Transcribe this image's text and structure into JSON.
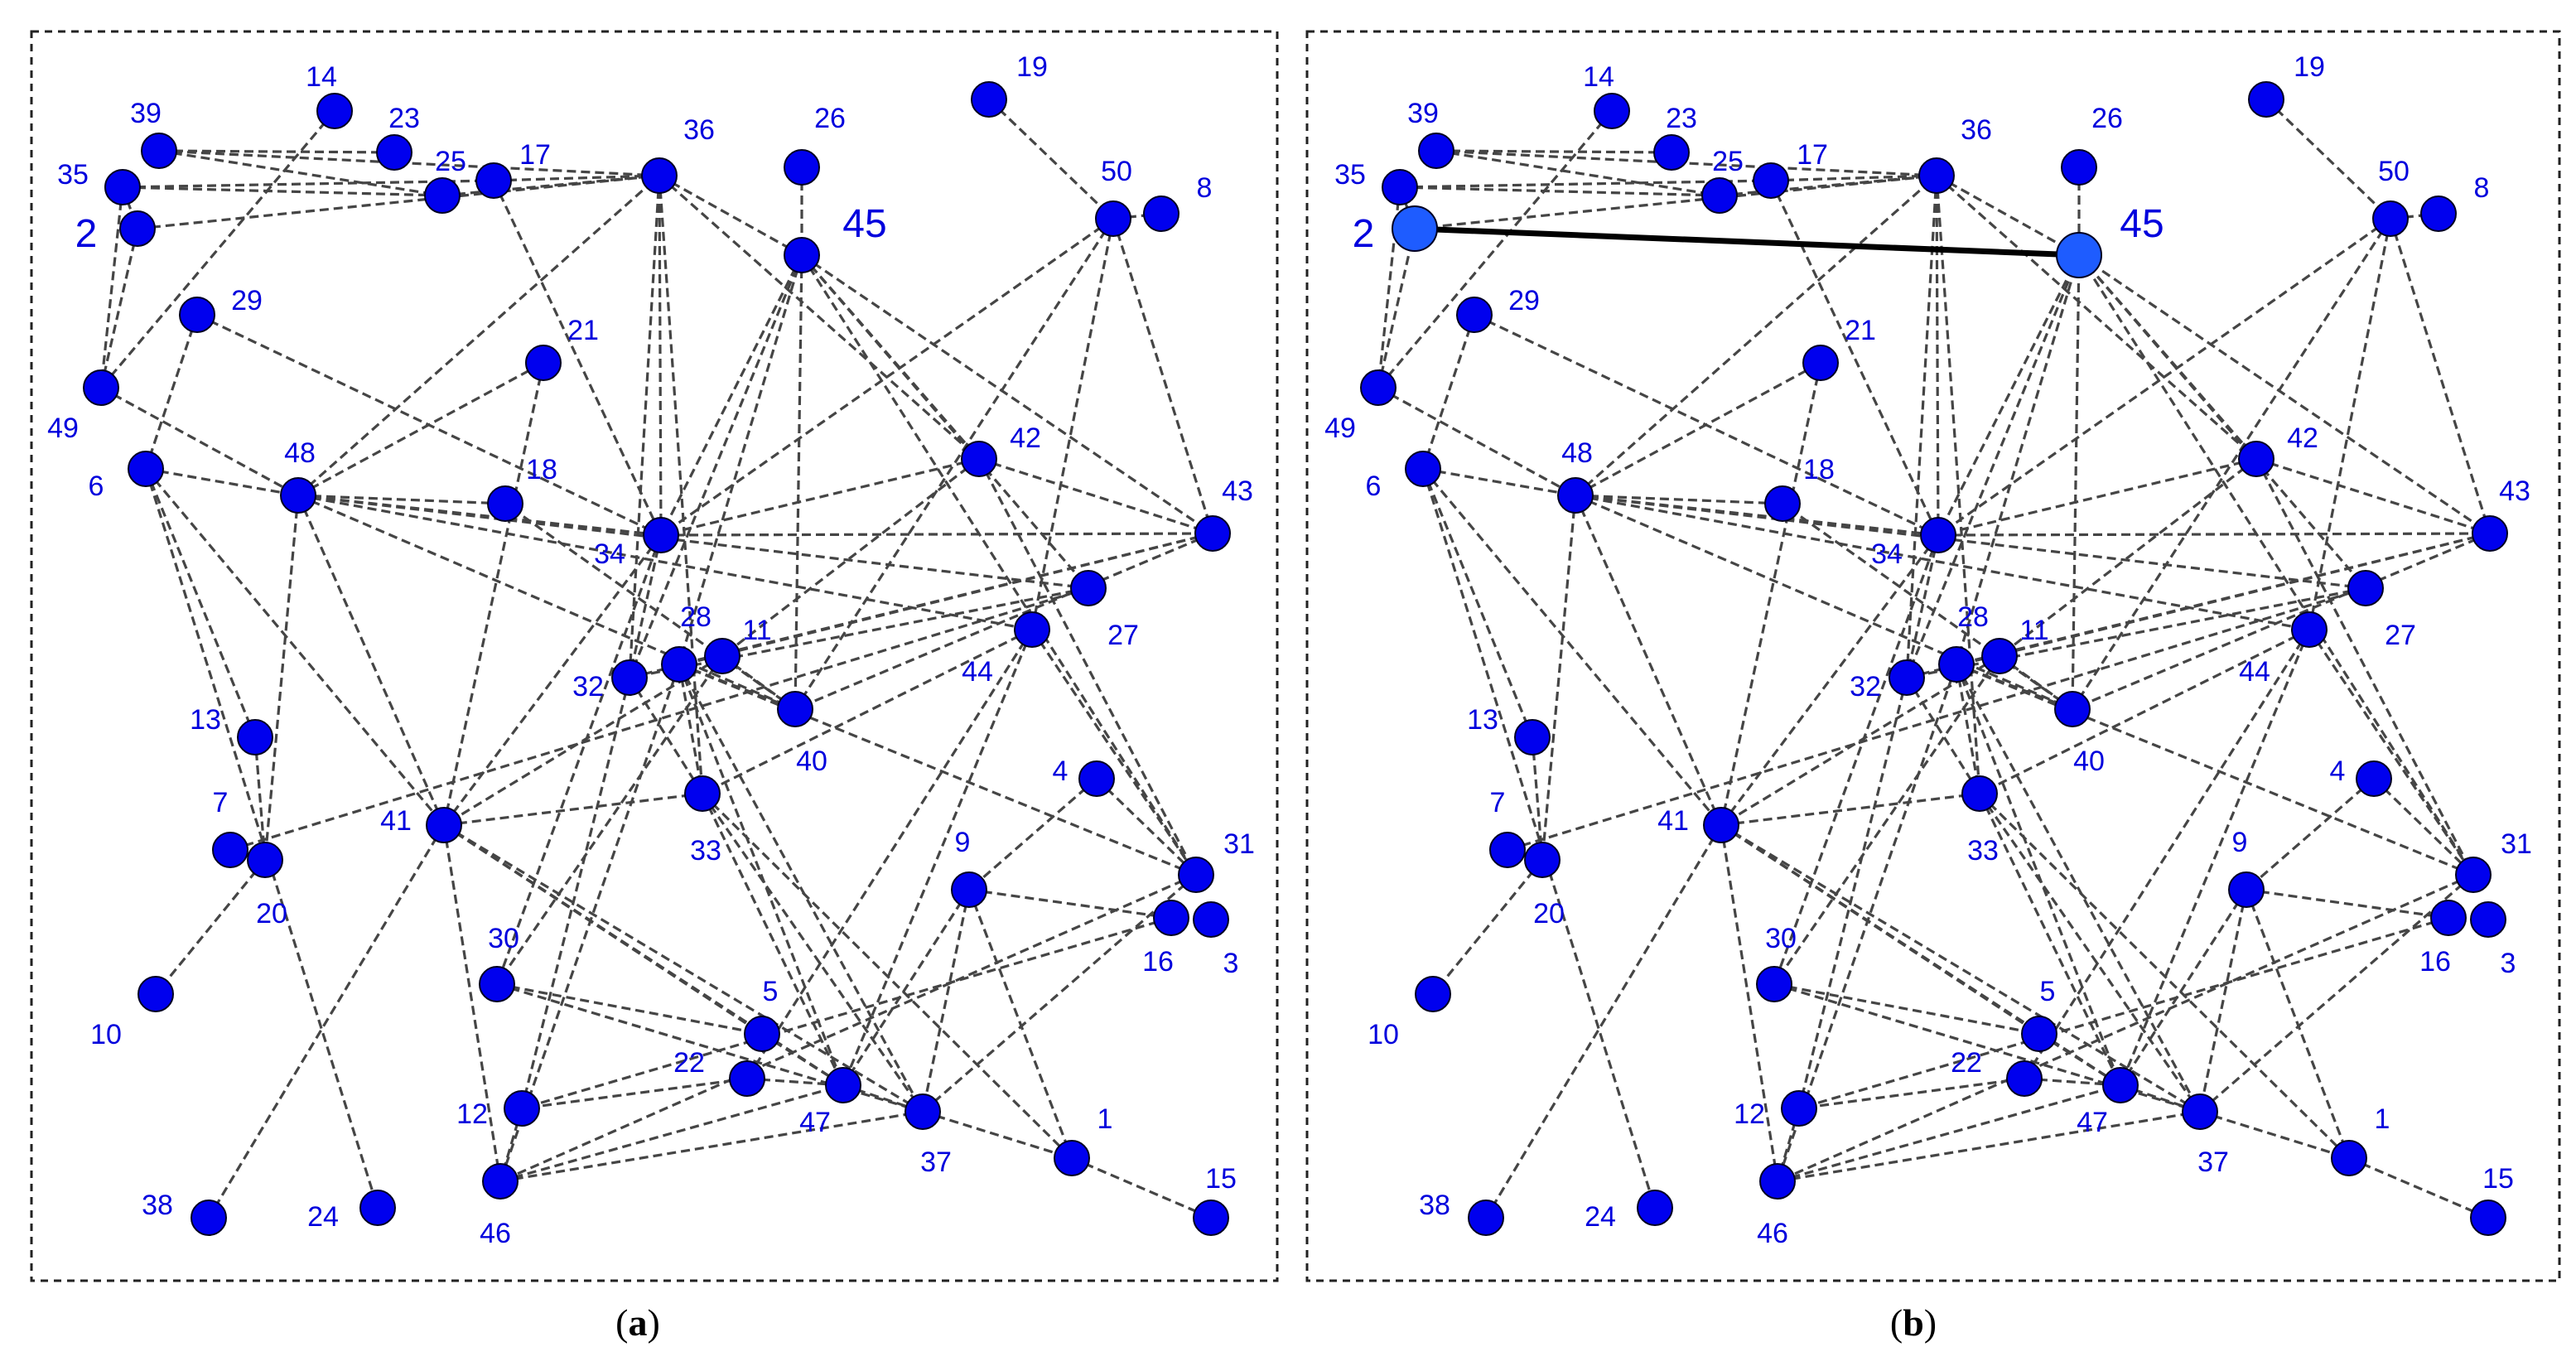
{
  "colors": {
    "node": "#0000ee",
    "node_highlight": "#1e5cff",
    "label": "#0000dd",
    "edge": "#454545",
    "highlight_edge": "#000000",
    "frame": "#222222",
    "background": "#ffffff"
  },
  "panels": [
    {
      "id": "a",
      "caption": "(a)",
      "caption_letter": "a",
      "highlight_edge": null
    },
    {
      "id": "b",
      "caption": "(b)",
      "caption_letter": "b",
      "highlight_edge": [
        "2",
        "45"
      ]
    }
  ],
  "nodes": [
    "1",
    "2",
    "3",
    "4",
    "5",
    "6",
    "7",
    "8",
    "9",
    "10",
    "11",
    "12",
    "13",
    "14",
    "15",
    "16",
    "17",
    "18",
    "19",
    "20",
    "21",
    "22",
    "23",
    "24",
    "25",
    "26",
    "27",
    "28",
    "29",
    "30",
    "31",
    "32",
    "33",
    "34",
    "35",
    "36",
    "37",
    "38",
    "39",
    "40",
    "41",
    "42",
    "43",
    "44",
    "45",
    "46",
    "47",
    "48",
    "49",
    "50"
  ],
  "edges": [
    [
      "35",
      "17"
    ],
    [
      "35",
      "25"
    ],
    [
      "39",
      "36"
    ],
    [
      "39",
      "25"
    ],
    [
      "23",
      "39"
    ],
    [
      "25",
      "36"
    ],
    [
      "17",
      "36"
    ],
    [
      "2",
      "36"
    ],
    [
      "35",
      "2"
    ],
    [
      "35",
      "49"
    ],
    [
      "2",
      "49"
    ],
    [
      "14",
      "49"
    ],
    [
      "49",
      "48"
    ],
    [
      "29",
      "6"
    ],
    [
      "29",
      "34"
    ],
    [
      "6",
      "48"
    ],
    [
      "6",
      "13"
    ],
    [
      "6",
      "41"
    ],
    [
      "6",
      "24"
    ],
    [
      "13",
      "20"
    ],
    [
      "7",
      "20"
    ],
    [
      "20",
      "10"
    ],
    [
      "48",
      "20"
    ],
    [
      "48",
      "18"
    ],
    [
      "48",
      "34"
    ],
    [
      "48",
      "40"
    ],
    [
      "48",
      "27"
    ],
    [
      "48",
      "21"
    ],
    [
      "48",
      "36"
    ],
    [
      "48",
      "41"
    ],
    [
      "48",
      "44"
    ],
    [
      "17",
      "34"
    ],
    [
      "36",
      "34"
    ],
    [
      "36",
      "33"
    ],
    [
      "36",
      "42"
    ],
    [
      "36",
      "45"
    ],
    [
      "36",
      "32"
    ],
    [
      "26",
      "45"
    ],
    [
      "45",
      "34"
    ],
    [
      "45",
      "28"
    ],
    [
      "45",
      "40"
    ],
    [
      "45",
      "42"
    ],
    [
      "45",
      "27"
    ],
    [
      "45",
      "31"
    ],
    [
      "45",
      "43"
    ],
    [
      "45",
      "32"
    ],
    [
      "50",
      "8"
    ],
    [
      "50",
      "34"
    ],
    [
      "50",
      "40"
    ],
    [
      "50",
      "43"
    ],
    [
      "50",
      "44"
    ],
    [
      "19",
      "50"
    ],
    [
      "21",
      "41"
    ],
    [
      "42",
      "34"
    ],
    [
      "42",
      "43"
    ],
    [
      "42",
      "31"
    ],
    [
      "42",
      "11"
    ],
    [
      "34",
      "43"
    ],
    [
      "34",
      "32"
    ],
    [
      "34",
      "41"
    ],
    [
      "34",
      "30"
    ],
    [
      "43",
      "32"
    ],
    [
      "43",
      "40"
    ],
    [
      "43",
      "28"
    ],
    [
      "27",
      "7"
    ],
    [
      "27",
      "32"
    ],
    [
      "44",
      "33"
    ],
    [
      "44",
      "47"
    ],
    [
      "44",
      "31"
    ],
    [
      "44",
      "22"
    ],
    [
      "32",
      "33"
    ],
    [
      "32",
      "12"
    ],
    [
      "28",
      "33"
    ],
    [
      "28",
      "37"
    ],
    [
      "28",
      "47"
    ],
    [
      "28",
      "40"
    ],
    [
      "28",
      "46"
    ],
    [
      "28",
      "31"
    ],
    [
      "11",
      "41"
    ],
    [
      "11",
      "40"
    ],
    [
      "11",
      "30"
    ],
    [
      "40",
      "18"
    ],
    [
      "41",
      "33"
    ],
    [
      "41",
      "38"
    ],
    [
      "41",
      "47"
    ],
    [
      "41",
      "37"
    ],
    [
      "41",
      "5"
    ],
    [
      "41",
      "46"
    ],
    [
      "33",
      "37"
    ],
    [
      "33",
      "47"
    ],
    [
      "33",
      "1"
    ],
    [
      "4",
      "31"
    ],
    [
      "4",
      "9"
    ],
    [
      "9",
      "16"
    ],
    [
      "9",
      "37"
    ],
    [
      "9",
      "1"
    ],
    [
      "9",
      "47"
    ],
    [
      "31",
      "46"
    ],
    [
      "31",
      "37"
    ],
    [
      "16",
      "12"
    ],
    [
      "30",
      "5"
    ],
    [
      "30",
      "37"
    ],
    [
      "5",
      "47"
    ],
    [
      "22",
      "12"
    ],
    [
      "22",
      "47"
    ],
    [
      "12",
      "46"
    ],
    [
      "46",
      "47"
    ],
    [
      "46",
      "37"
    ],
    [
      "47",
      "37"
    ],
    [
      "37",
      "1"
    ],
    [
      "1",
      "15"
    ]
  ]
}
